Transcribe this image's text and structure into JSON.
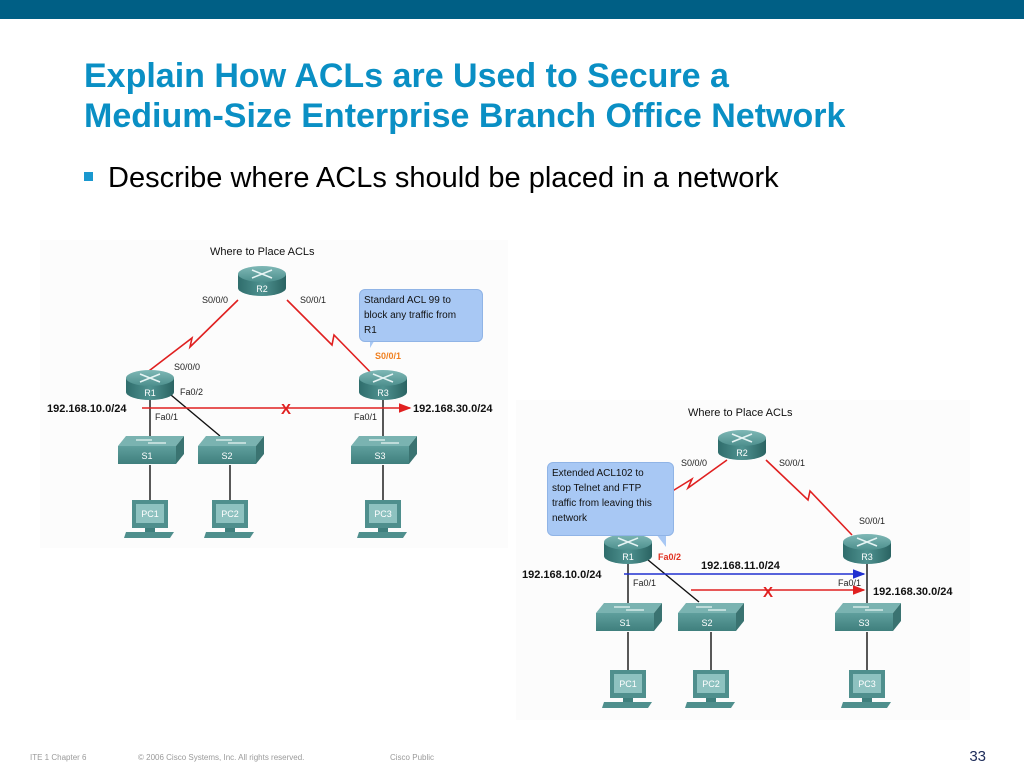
{
  "slide": {
    "title_line1": "Explain How ACLs are Used to Secure a",
    "title_line2": "Medium-Size Enterprise Branch Office Network",
    "bullet": "Describe where ACLs should be placed in a network",
    "colors": {
      "topbar": "#005f85",
      "title": "#0a8fc4",
      "bullet": "#1a98cf"
    }
  },
  "diagram1": {
    "title": "Where to Place ACLs",
    "callout": [
      "Standard ACL 99 to",
      "block any traffic from",
      "R1"
    ],
    "routers": [
      "R1",
      "R2",
      "R3"
    ],
    "switches": [
      "S1",
      "S2",
      "S3"
    ],
    "pcs": [
      "PC1",
      "PC2",
      "PC3"
    ],
    "labels": {
      "r2_left": "S0/0/0",
      "r2_right": "S0/0/1",
      "r1_serial": "S0/0/0",
      "r1_fa02": "Fa0/2",
      "r1_fa01": "Fa0/1",
      "r3_serial": "S0/0/1",
      "r3_fa01": "Fa0/1"
    },
    "networks": {
      "left": "192.168.10.0/24",
      "right": "192.168.30.0/24"
    },
    "blocked_mark": "X"
  },
  "diagram2": {
    "title": "Where to Place ACLs",
    "callout": [
      "Extended ACL102  to",
      "stop Telnet and FTP",
      "traffic from leaving this",
      "network"
    ],
    "routers": [
      "R1",
      "R2",
      "R3"
    ],
    "switches": [
      "S1",
      "S2",
      "S3"
    ],
    "pcs": [
      "PC1",
      "PC2",
      "PC3"
    ],
    "labels": {
      "r2_left": "S0/0/0",
      "r2_right": "S0/0/1",
      "r3_serial": "S0/0/1",
      "r1_fa02": "Fa0/2",
      "r1_fa01": "Fa0/1",
      "r3_fa01": "Fa0/1"
    },
    "networks": {
      "left": "192.168.10.0/24",
      "middle": "192.168.11.0/24",
      "right": "192.168.30.0/24"
    },
    "blocked_mark": "X"
  },
  "footer": {
    "course": "ITE 1 Chapter 6",
    "copyright": "© 2006 Cisco Systems, Inc. All rights reserved.",
    "classification": "Cisco Public",
    "page": "33"
  }
}
